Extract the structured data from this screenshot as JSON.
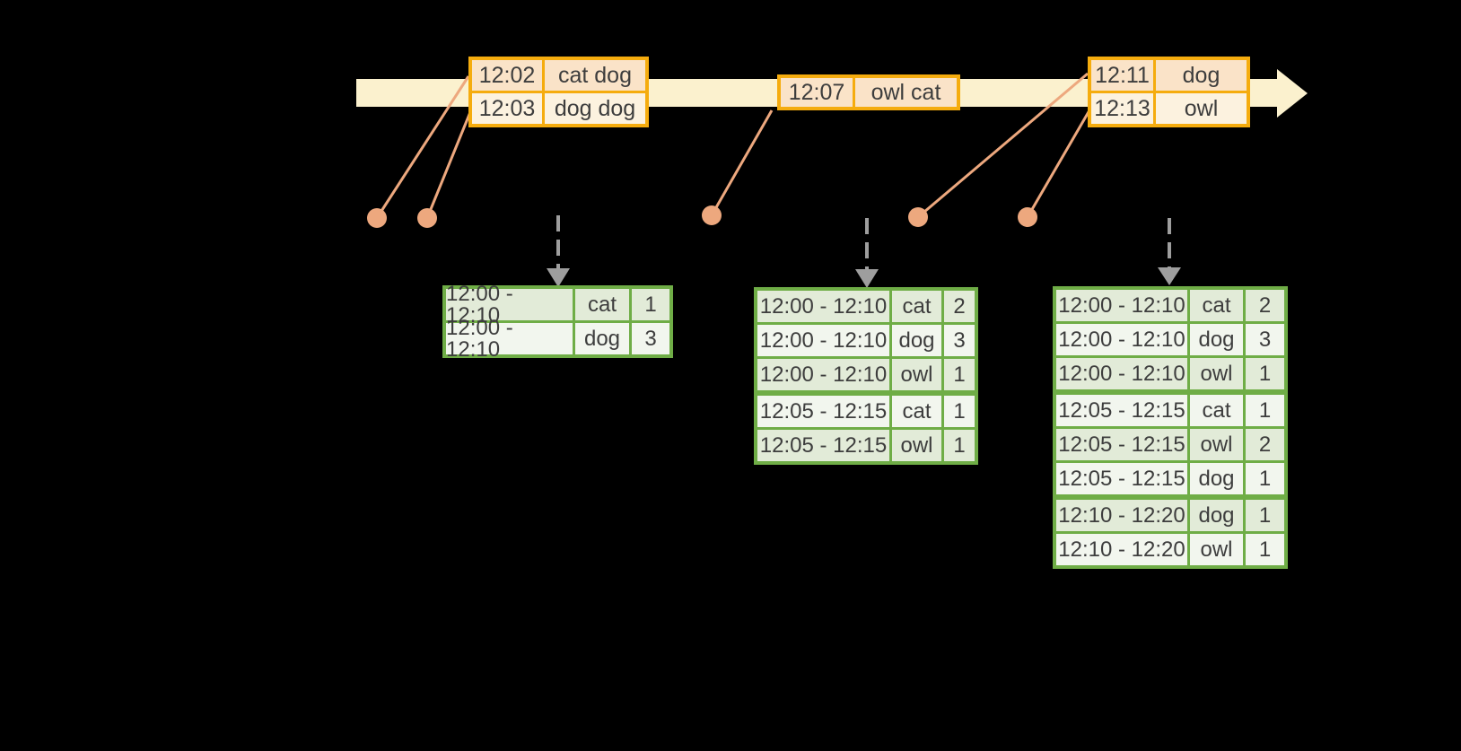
{
  "colors": {
    "background": "#000000",
    "timeline_fill": "#FBF1CE",
    "event_border": "#F5AC0E",
    "event_row_dark": "#FAE3C8",
    "event_row_light": "#FCF2DF",
    "connector": "#EDA87E",
    "table_border": "#6FAD46",
    "table_row_dark": "#E2EBD8",
    "table_row_light": "#F2F6EE",
    "trigger_arrow": "#9E9E9E",
    "text": "#3D3D3D"
  },
  "event_boxes": [
    {
      "rows": [
        {
          "time": "12:02",
          "words": "cat dog"
        },
        {
          "time": "12:03",
          "words": "dog dog"
        }
      ]
    },
    {
      "rows": [
        {
          "time": "12:07",
          "words": "owl cat"
        }
      ]
    },
    {
      "rows": [
        {
          "time": "12:11",
          "words": "dog"
        },
        {
          "time": "12:13",
          "words": "owl"
        }
      ]
    }
  ],
  "result_tables": [
    {
      "rows": [
        {
          "window": "12:00 - 12:10",
          "word": "cat",
          "count": "1"
        },
        {
          "window": "12:00 - 12:10",
          "word": "dog",
          "count": "3"
        }
      ]
    },
    {
      "rows": [
        {
          "window": "12:00 - 12:10",
          "word": "cat",
          "count": "2"
        },
        {
          "window": "12:00 - 12:10",
          "word": "dog",
          "count": "3"
        },
        {
          "window": "12:00 - 12:10",
          "word": "owl",
          "count": "1"
        },
        {
          "window": "12:05 - 12:15",
          "word": "cat",
          "count": "1"
        },
        {
          "window": "12:05 - 12:15",
          "word": "owl",
          "count": "1"
        }
      ]
    },
    {
      "rows": [
        {
          "window": "12:00 - 12:10",
          "word": "cat",
          "count": "2"
        },
        {
          "window": "12:00 - 12:10",
          "word": "dog",
          "count": "3"
        },
        {
          "window": "12:00 - 12:10",
          "word": "owl",
          "count": "1"
        },
        {
          "window": "12:05 - 12:15",
          "word": "cat",
          "count": "1"
        },
        {
          "window": "12:05 - 12:15",
          "word": "owl",
          "count": "2"
        },
        {
          "window": "12:05 - 12:15",
          "word": "dog",
          "count": "1"
        },
        {
          "window": "12:10 - 12:20",
          "word": "dog",
          "count": "1"
        },
        {
          "window": "12:10 - 12:20",
          "word": "owl",
          "count": "1"
        }
      ]
    }
  ]
}
